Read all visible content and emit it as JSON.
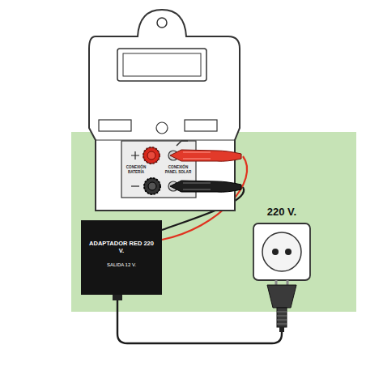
{
  "diagram": {
    "nodes": [
      {
        "text": [
          "CONEXIÓN BATERÍA",
          "CONEXIÓN PANEL SOLAR"
        ]
      },
      {
        "text": [
          "ADAPTADOR RED 220 V.",
          "SALIDA 12 V."
        ]
      },
      {
        "text": [
          "220 V."
        ]
      }
    ],
    "edges": [
      {
        "from": 1,
        "to": 0,
        "arrow": "none"
      },
      {
        "from": 1,
        "to": 2,
        "arrow": "none"
      }
    ]
  }
}
